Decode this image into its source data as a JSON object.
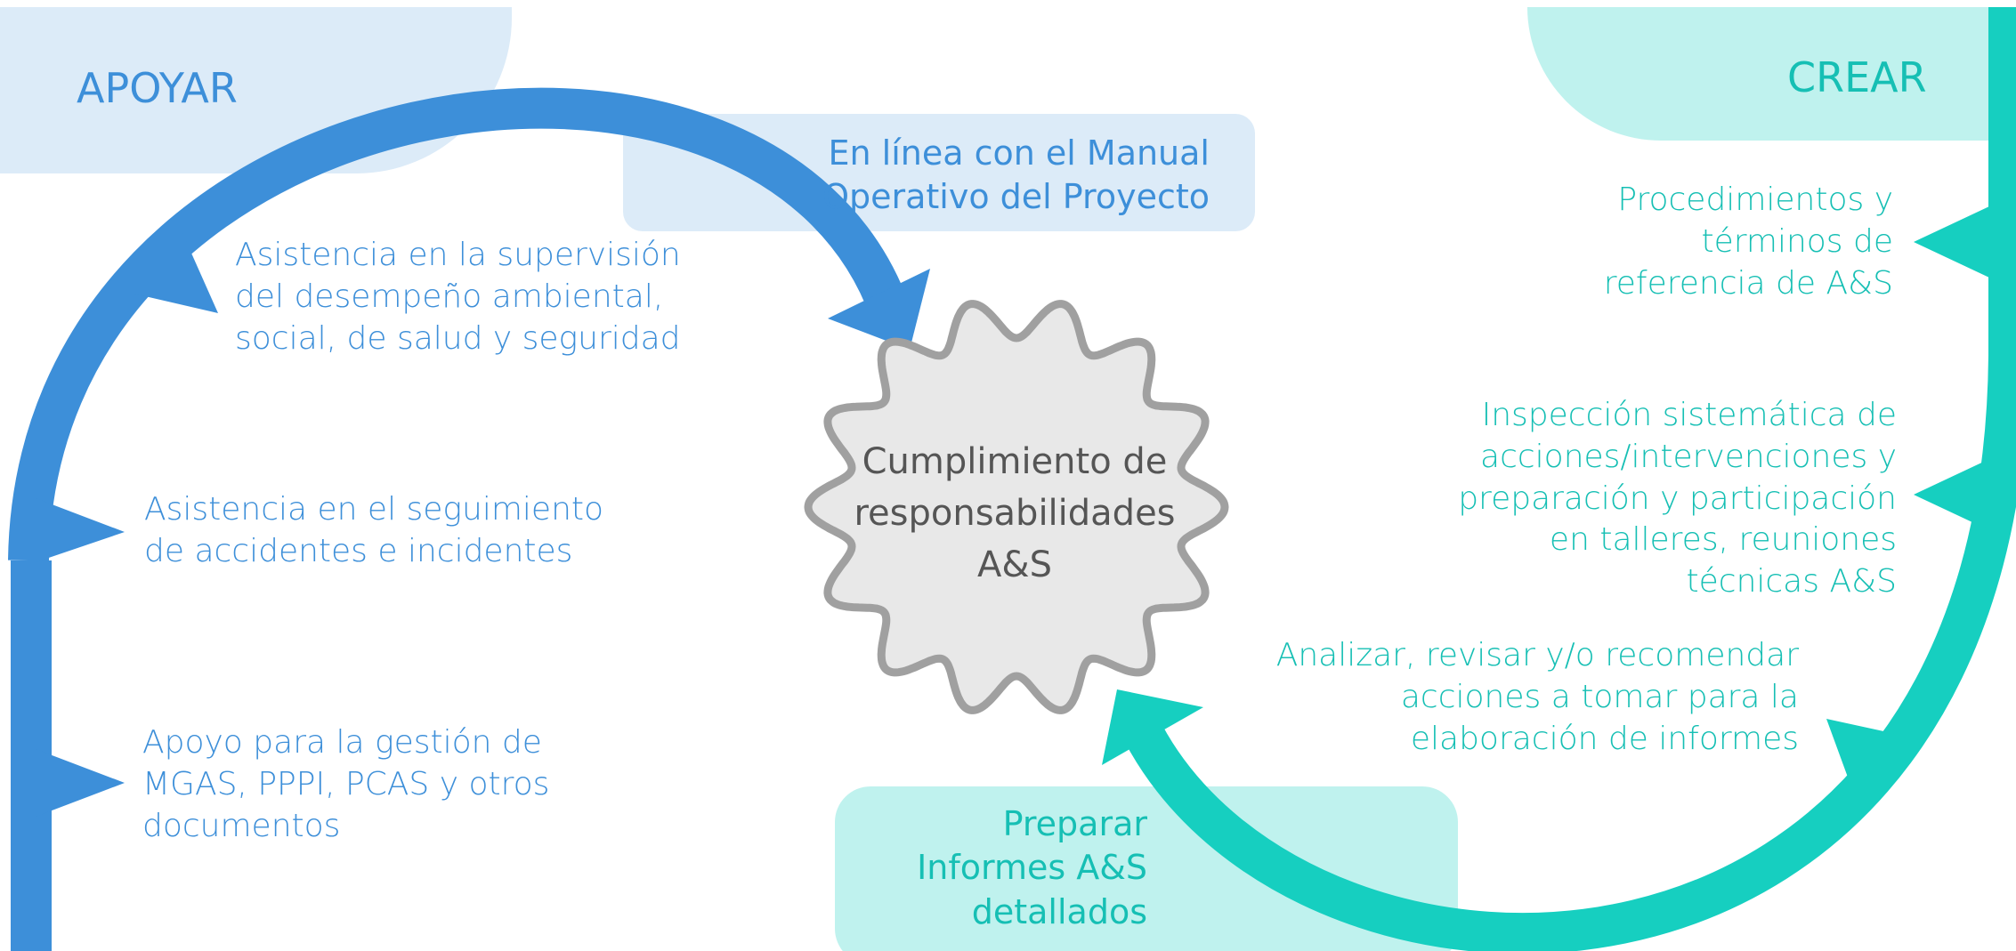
{
  "left_section": {
    "title": "APOYAR",
    "note_lines": [
      "En línea con el Manual",
      "Operativo del Proyecto"
    ],
    "items": [
      {
        "lines": [
          "Asistencia en la supervisión",
          "del desempeño ambiental,",
          "social, de salud y seguridad"
        ]
      },
      {
        "lines": [
          "Asistencia en el seguimiento",
          "de accidentes e incidentes"
        ]
      },
      {
        "lines": [
          "Apoyo para la gestión de",
          "MGAS, PPPI, PCAS y otros",
          "documentos"
        ]
      }
    ]
  },
  "center": {
    "lines": [
      "Cumplimiento de",
      "responsabilidades",
      "A&S"
    ]
  },
  "right_section": {
    "title": "CREAR",
    "items": [
      {
        "lines": [
          "Procedimientos y",
          "términos de",
          "referencia de A&S"
        ]
      },
      {
        "lines": [
          "Inspección sistemática de",
          "acciones/intervenciones y",
          "preparación y participación",
          "en talleres, reuniones",
          "técnicas A&S"
        ]
      },
      {
        "lines": [
          "Analizar, revisar y/o recomendar",
          "acciones a tomar para la",
          "elaboración de informes"
        ]
      }
    ],
    "note_lines": [
      "Preparar",
      "Informes A&S",
      "detallados"
    ]
  },
  "colors": {
    "blue": "#3d8fd9",
    "blue_light": "#dcebf8",
    "teal": "#16cfc0",
    "teal_light": "#bff2ee",
    "gear_fill": "#e8e8e8",
    "gear_stroke": "#a0a0a0"
  },
  "icons": [
    "gear-shape",
    "curved-arrow-left",
    "curved-arrow-right"
  ]
}
